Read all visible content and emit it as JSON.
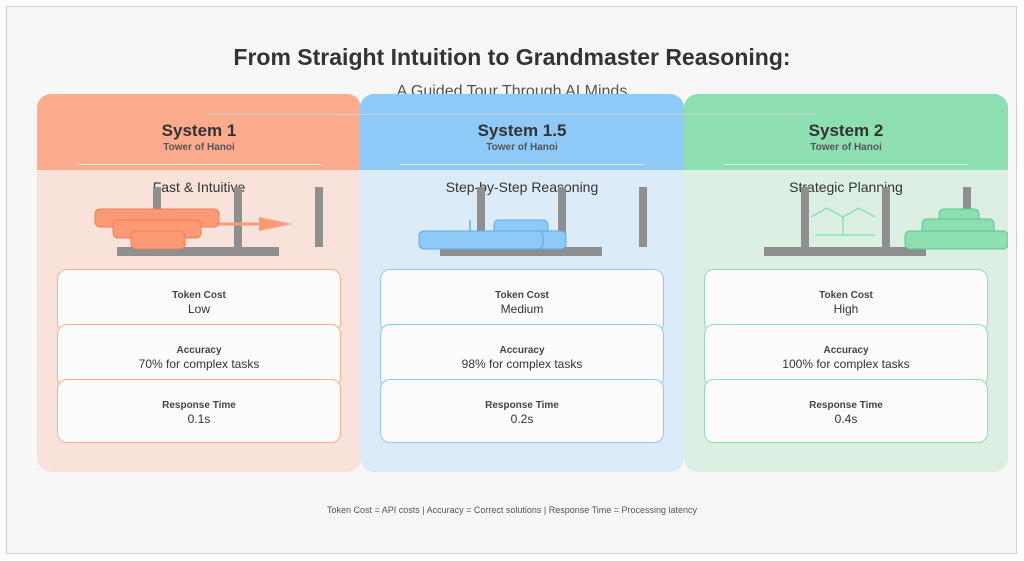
{
  "title": "From Straight Intuition to Grandmaster Reasoning:",
  "subtitle": "A Guided Tour Through AI Minds",
  "systems": [
    {
      "name": "System 1",
      "task": "Tower of Hanoi",
      "desc": "Fast & Intuitive",
      "metrics": [
        {
          "label": "Token Cost",
          "value": "Low"
        },
        {
          "label": "Accuracy",
          "value": "70% for complex tasks"
        },
        {
          "label": "Response Time",
          "value": "0.1s"
        }
      ]
    },
    {
      "name": "System 1.5",
      "task": "Tower of Hanoi",
      "desc": "Step-by-Step Reasoning",
      "metrics": [
        {
          "label": "Token Cost",
          "value": "Medium"
        },
        {
          "label": "Accuracy",
          "value": "98% for complex tasks"
        },
        {
          "label": "Response Time",
          "value": "0.2s"
        }
      ]
    },
    {
      "name": "System 2",
      "task": "Tower of Hanoi",
      "desc": "Strategic Planning",
      "metrics": [
        {
          "label": "Token Cost",
          "value": "High"
        },
        {
          "label": "Accuracy",
          "value": "100% for complex tasks"
        },
        {
          "label": "Response Time",
          "value": "0.4s"
        }
      ]
    }
  ],
  "footer": "Token Cost = API costs  |  Accuracy = Correct solutions  |  Response Time = Processing latency",
  "colors": {
    "system1": {
      "head": "#fcab8c",
      "bg": "#f9e2da",
      "disk": "#fd9a76",
      "disk_stroke": "#f07e56"
    },
    "system15": {
      "head": "#8ec9f7",
      "bg": "#dcebf8",
      "disk": "#8ec9f7",
      "disk_stroke": "#5aaee8"
    },
    "system2": {
      "head": "#8ddfb2",
      "bg": "#dbf0e3",
      "disk": "#8ddfb2",
      "disk_stroke": "#5cc68d"
    },
    "peg": "#8f8f8f"
  }
}
